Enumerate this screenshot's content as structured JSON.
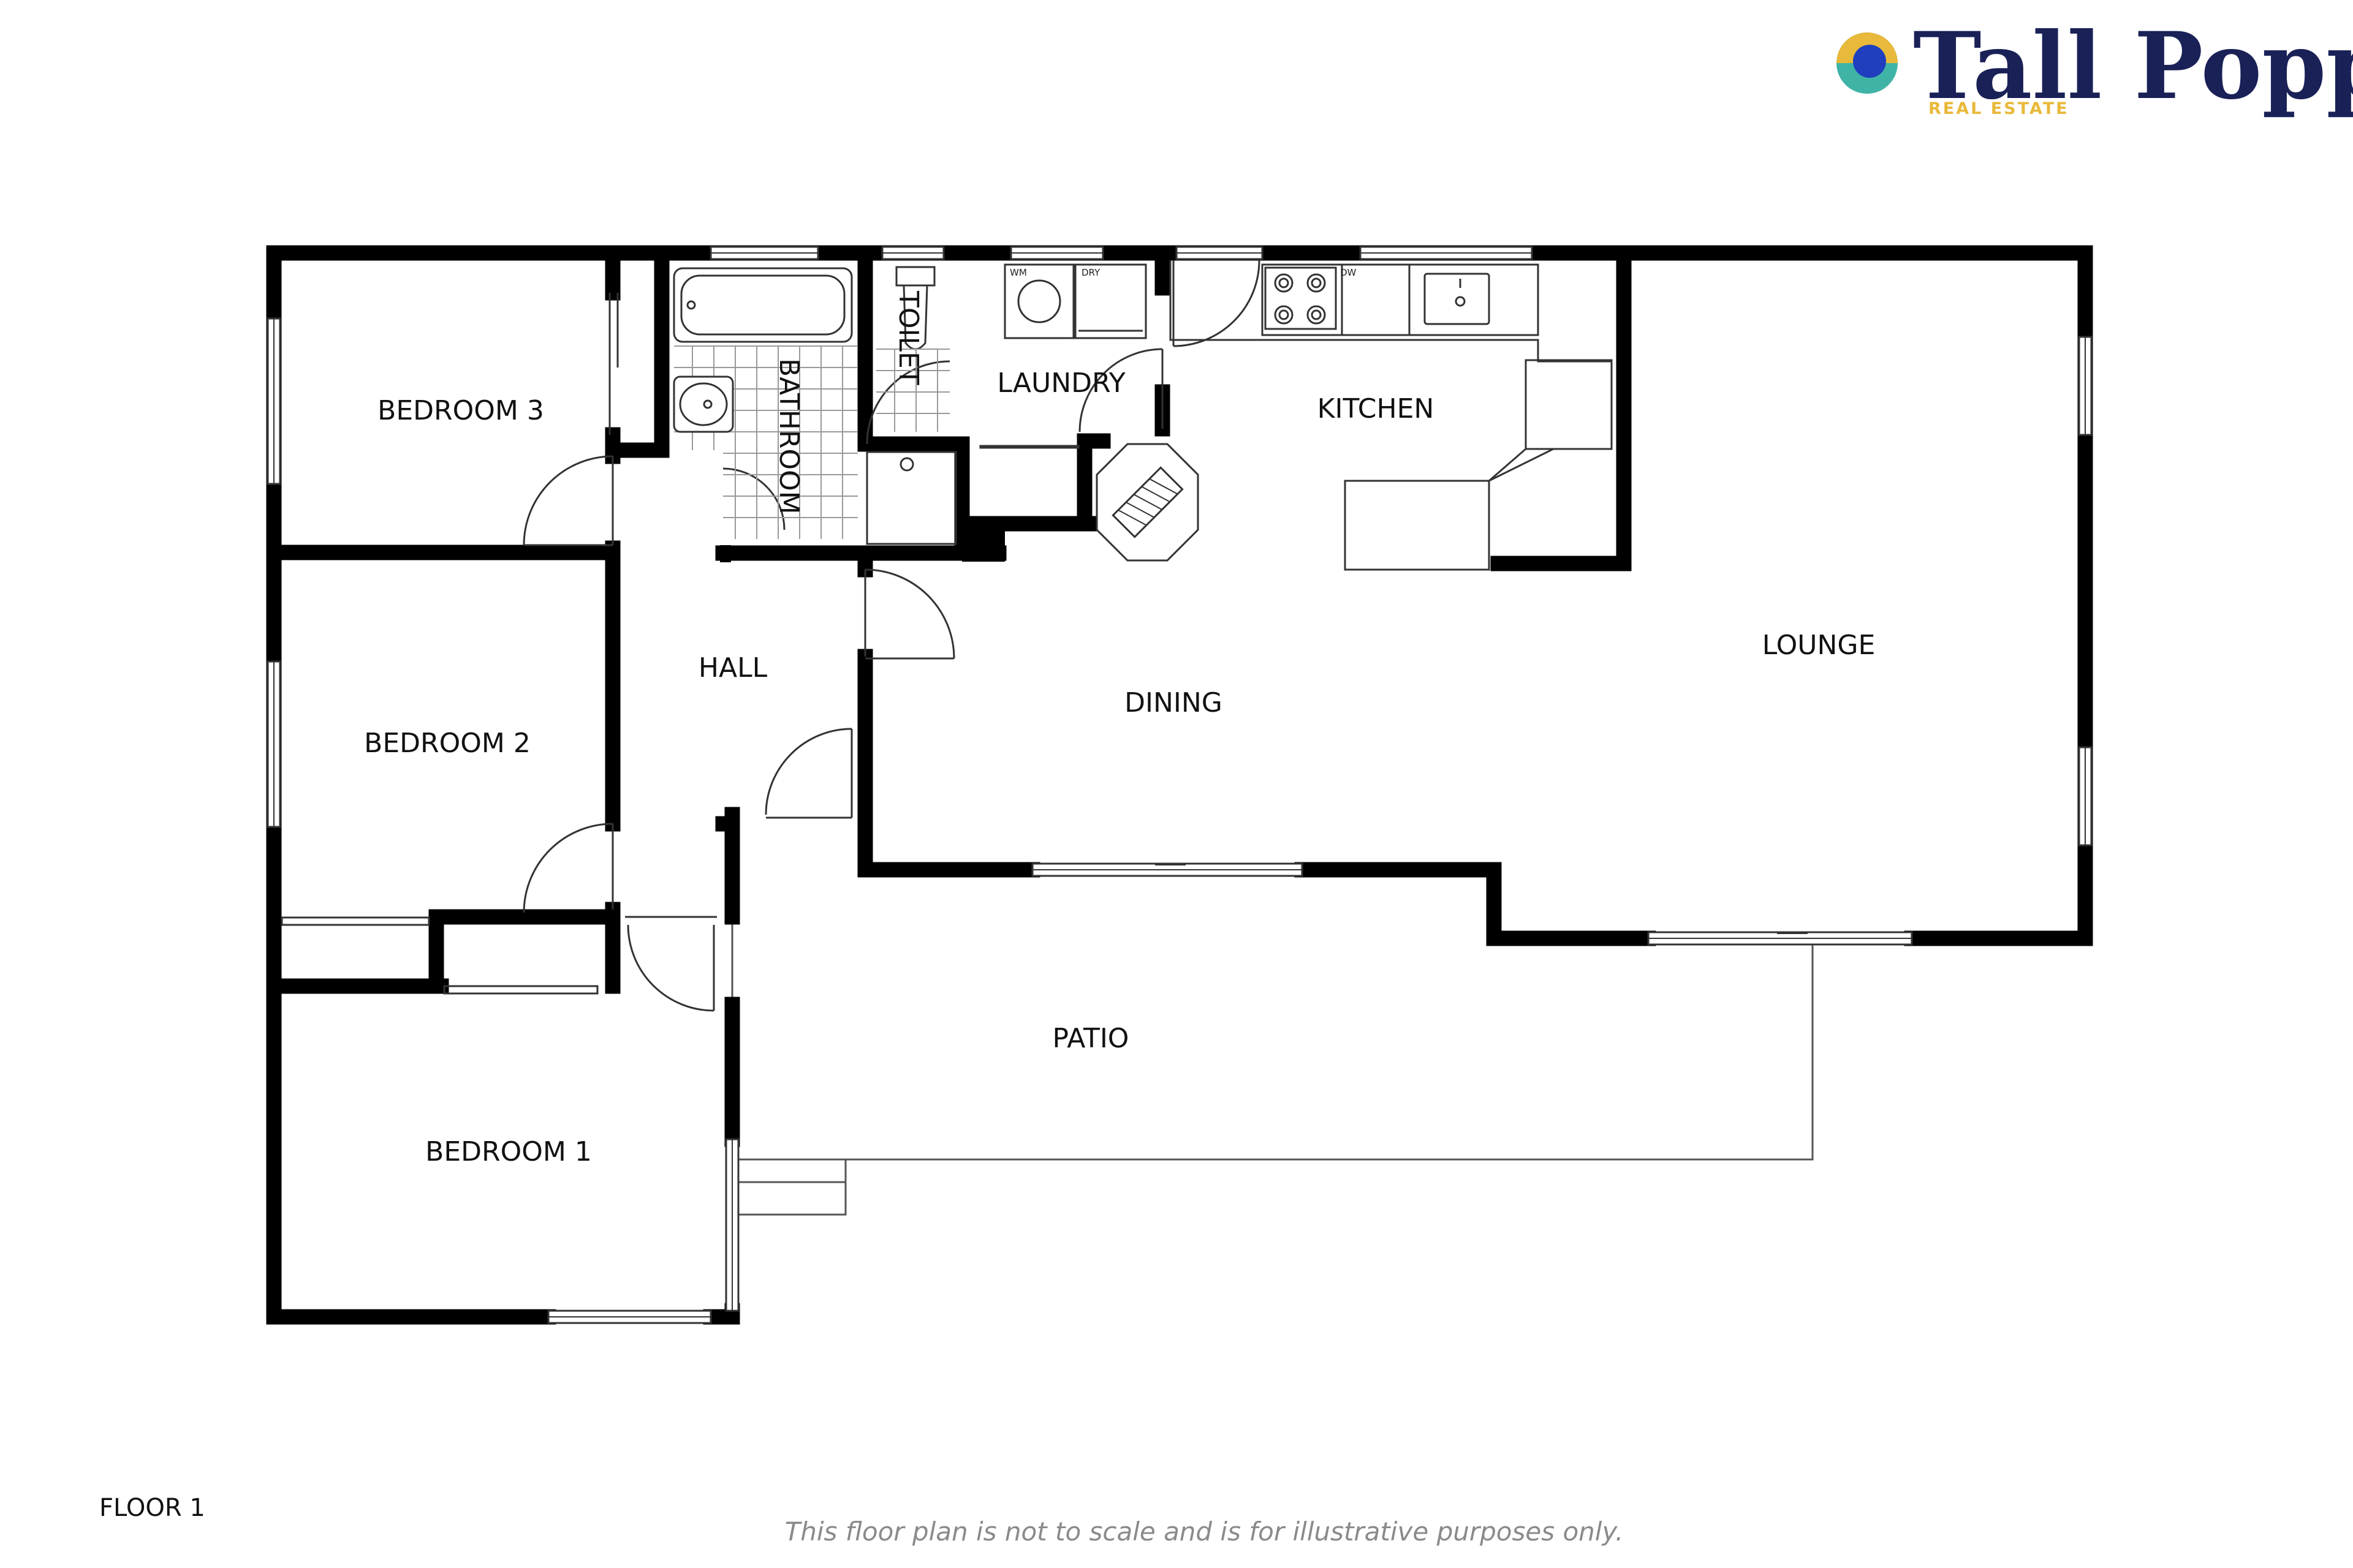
{
  "brand": {
    "name": "Tall Poppy",
    "tagline": "REAL ESTATE",
    "colors": {
      "navy": "#1a2157",
      "gold": "#e8b93a",
      "teal": "#3fb4a6",
      "blue": "#1f3fbf"
    }
  },
  "rooms": {
    "bedroom3": "BEDROOM 3",
    "bathroom": "BATHROOM",
    "toilet": "TOILET",
    "laundry": "LAUNDRY",
    "kitchen": "KITCHEN",
    "lounge": "LOUNGE",
    "hall": "HALL",
    "dining": "DINING",
    "bedroom2": "BEDROOM 2",
    "bedroom1": "BEDROOM 1",
    "patio": "PATIO"
  },
  "appliances": {
    "washer": "WM",
    "dryer": "DRY",
    "dishwasher": "DW"
  },
  "floor_label": "FLOOR 1",
  "disclaimer": "This floor plan is not to scale and is for illustrative purposes only."
}
